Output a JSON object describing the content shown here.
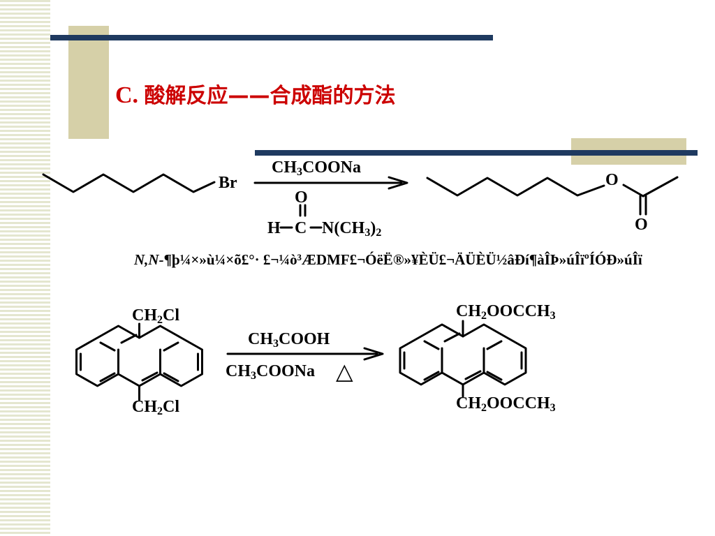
{
  "slide": {
    "title_prefix": "C. ",
    "title_main": "酸解反应——合成酯的方法"
  },
  "reaction1": {
    "reactant_atom": "Br",
    "reagent_main": "CH3COONa",
    "solvent_o": "O",
    "solvent_h": "H",
    "solvent_c": "C",
    "solvent_group": "N(CH3)2",
    "product_ether_o": "O",
    "product_carbonyl_o": "O",
    "caption_italic": "N,N-",
    "caption_rest": "¶þ¼×»ù¼×õ£°· £¬¼ò³ÆDMF£¬ÓëË®»¥ÈÜ£¬ÄÜÈÜ½âÐí¶àÎÞ»úÎïºÍÓÐ»úÎï"
  },
  "reaction2": {
    "substituent_top": "CH2Cl",
    "substituent_bottom": "CH2Cl",
    "reagent_top": "CH3COOH",
    "reagent_bottom": "CH3COONa",
    "heat_symbol": "△",
    "product_top": "CH2OOCCH3",
    "product_bottom": "CH2OOCCH3"
  },
  "colors": {
    "title": "#cc0000",
    "navy_bar": "#1f3a60",
    "tan_block": "#d6d0a8",
    "stripes": "#e4e6cf"
  }
}
